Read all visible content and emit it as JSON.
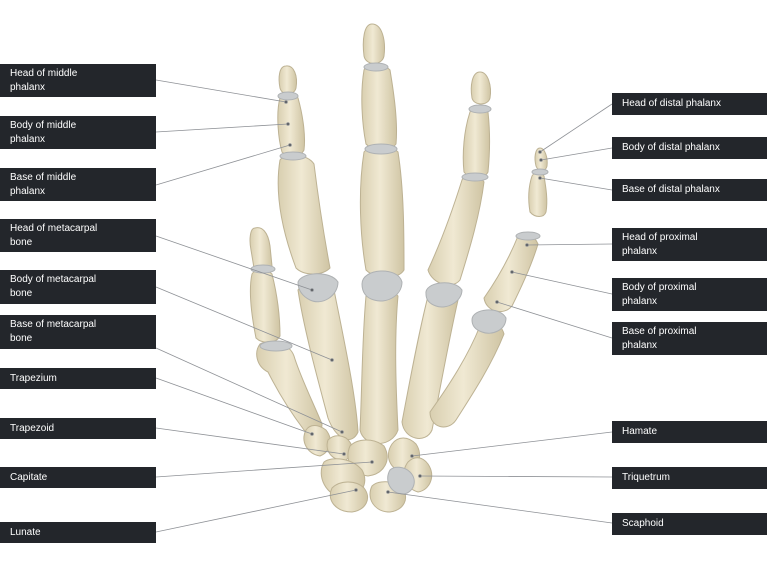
{
  "figure": {
    "left_labels": [
      "Head of middle\nphalanx",
      "Body of middle\nphalanx",
      "Base of middle\nphalanx",
      "Head of metacarpal\nbone",
      "Body of metacarpal\nbone",
      "Base of metacarpal\nbone",
      "Trapezium",
      "Trapezoid",
      "Capitate",
      "Lunate"
    ],
    "right_labels": [
      "Head of distal phalanx",
      "Body of distal phalanx",
      "Base of distal phalanx",
      "Head of proximal\nphalanx",
      "Body of proximal\nphalanx",
      "Base of proximal\nphalanx",
      "Hamate",
      "Triquetrum",
      "Scaphoid"
    ],
    "colors": {
      "bone": "#e8e0c6",
      "bone_edge": "#bdb293",
      "cartilage": "#c9ccce",
      "label_bg": "#23262b",
      "leader": "#8e9196"
    }
  }
}
